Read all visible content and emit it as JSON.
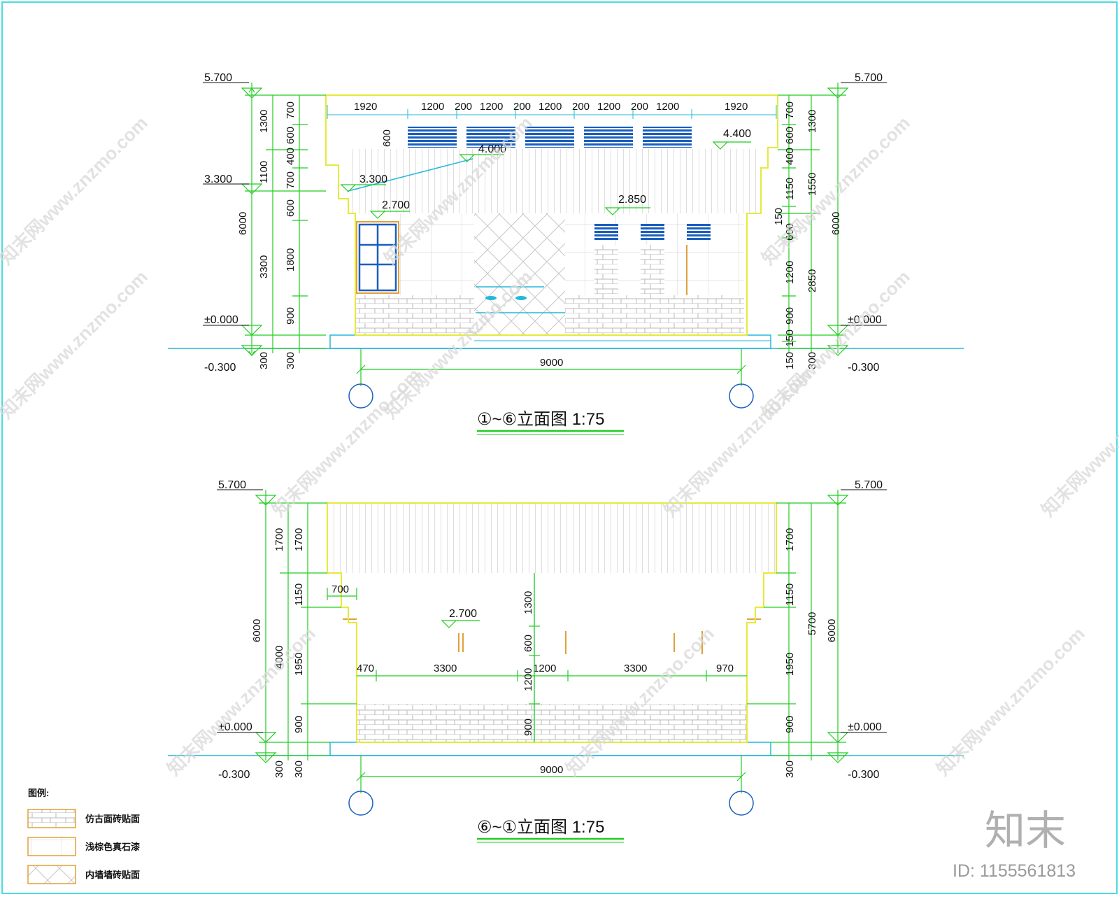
{
  "top_view": {
    "title": "①~⑥立面图  1:75",
    "levels": {
      "top_left": "5.700",
      "mid_left": "3.300",
      "zero_left": "±0.000",
      "neg_left": "-0.300",
      "top_right": "5.700",
      "zero_right": "±0.000",
      "neg_right": "-0.300",
      "roof_a": "4.000",
      "roof_b": "3.300",
      "roof_c": "4.400",
      "win_a": "2.700",
      "win_b": "2.850"
    },
    "top_dims": [
      "1920",
      "1200",
      "200",
      "1200",
      "200",
      "1200",
      "200",
      "1200",
      "200",
      "1200",
      "1920"
    ],
    "louver_dim": "600",
    "left_outer": [
      "1300",
      "1100",
      "3300",
      "300"
    ],
    "left_total": "6000",
    "left_inner": [
      "700",
      "600",
      "400",
      "700",
      "600",
      "1800",
      "900",
      "300"
    ],
    "right_inner": [
      "700",
      "600",
      "400",
      "1150",
      "150",
      "600",
      "1200",
      "900",
      "150",
      "150"
    ],
    "right_outer": [
      "1300",
      "1550",
      "2850",
      "300"
    ],
    "right_total": "6000",
    "base_dim": "9000"
  },
  "bottom_view": {
    "title": "⑥~①立面图  1:75",
    "levels": {
      "top_left": "5.700",
      "zero_left": "±0.000",
      "neg_left": "-0.300",
      "top_right": "5.700",
      "zero_right": "±0.000",
      "neg_right": "-0.300",
      "win": "2.700"
    },
    "left_outer": [
      "1700",
      "4000",
      "300"
    ],
    "left_total": "6000",
    "left_inner": [
      "1700",
      "1150",
      "1950",
      "900",
      "300"
    ],
    "overhang": "700",
    "mid_vertical": [
      "1300",
      "600",
      "1200",
      "900"
    ],
    "openings": [
      "470",
      "3300",
      "1200",
      "3300",
      "970"
    ],
    "right_inner": [
      "1700",
      "1150",
      "1950",
      "900",
      "300"
    ],
    "right_mid": "5700",
    "right_total": "6000",
    "base_dim": "9000"
  },
  "legend": {
    "heading": "图例:",
    "items": [
      "仿古面砖贴面",
      "浅棕色真石漆",
      "内墙墙砖贴面"
    ]
  },
  "watermark": {
    "text": "知末网www.znzmo.com",
    "brand": "知末",
    "id": "ID: 1155561813"
  },
  "colors": {
    "frame": "#4ddbe0",
    "dimension": "#22cc22",
    "outline": "#e6ea3a",
    "cyan": "#22b8d8",
    "blue": "#1a5fbf",
    "hatch": "#bfbfbf"
  }
}
